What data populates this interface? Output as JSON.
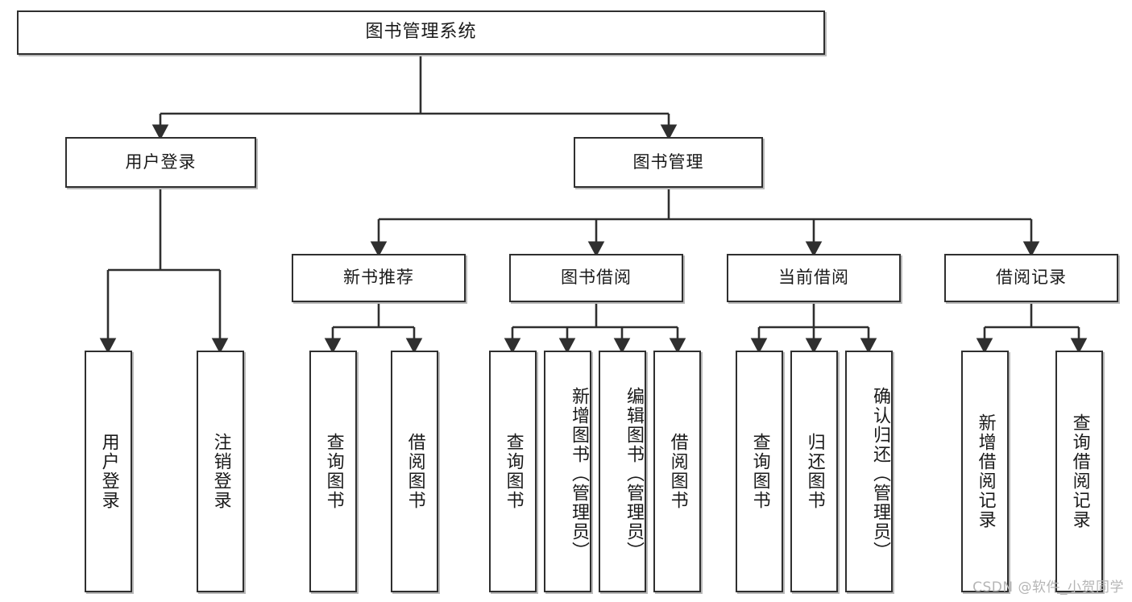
{
  "diagram": {
    "title": "图书管理系统",
    "type": "tree-hierarchy-chart",
    "orientation": "top-down",
    "colors": {
      "box_border": "#2f2f2f",
      "box_fill": "#ffffff",
      "edge": "#2f2f2f",
      "watermark": "#b5b5b5",
      "background": "#ffffff"
    }
  },
  "root": {
    "label": "图书管理系统"
  },
  "level2": [
    {
      "label": "用户登录"
    },
    {
      "label": "图书管理"
    }
  ],
  "level3": [
    {
      "label": "新书推荐"
    },
    {
      "label": "图书借阅"
    },
    {
      "label": "当前借阅"
    },
    {
      "label": "借阅记录"
    }
  ],
  "leaves": {
    "user_login": [
      {
        "label": "用户登录"
      },
      {
        "label": "注销登录"
      }
    ],
    "new_book_recommend": [
      {
        "label": "查询图书"
      },
      {
        "label": "借阅图书"
      }
    ],
    "book_borrow": [
      {
        "label": "查询图书"
      },
      {
        "label": "新增图书（管理员）"
      },
      {
        "label": "编辑图书（管理员）"
      },
      {
        "label": "借阅图书"
      }
    ],
    "current_borrow": [
      {
        "label": "查询图书"
      },
      {
        "label": "归还图书"
      },
      {
        "label": "确认归还（管理员）"
      }
    ],
    "borrow_record": [
      {
        "label": "新增借阅记录"
      },
      {
        "label": "查询借阅记录"
      }
    ]
  },
  "watermark": {
    "text": "CSDN @软件_小贺同学"
  }
}
